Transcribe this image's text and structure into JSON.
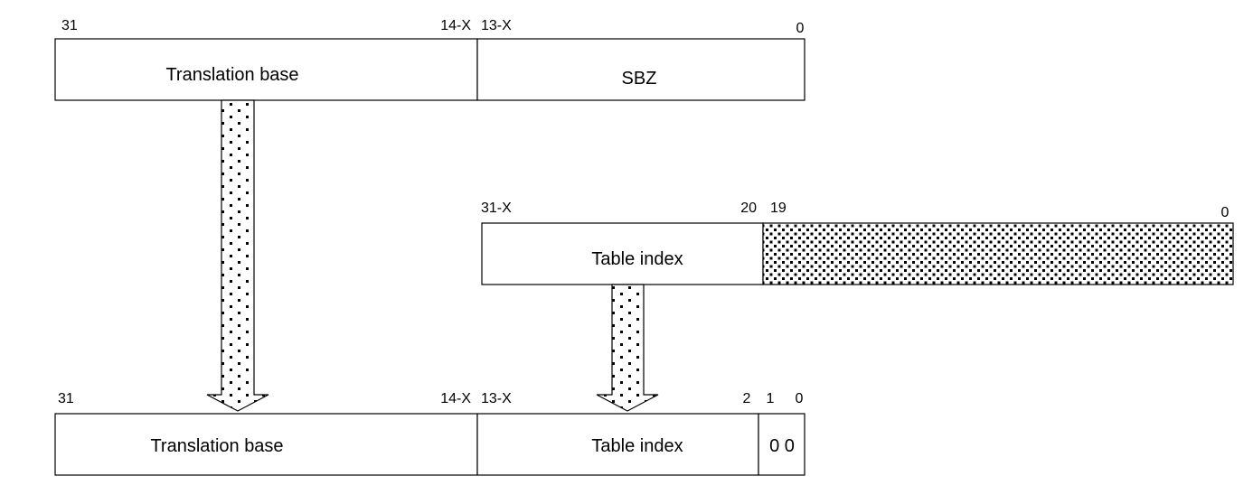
{
  "register_top": {
    "bits": {
      "msb": "31",
      "split_high": "14-X",
      "split_low": "13-X",
      "lsb": "0"
    },
    "fields": {
      "base": "Translation base",
      "sbz": "SBZ"
    }
  },
  "register_middle": {
    "bits": {
      "msb": "31-X",
      "split_high": "20",
      "split_low": "19",
      "lsb": "0"
    },
    "fields": {
      "index": "Table index"
    }
  },
  "register_bottom": {
    "bits": {
      "msb": "31",
      "split_high": "14-X",
      "split_low": "13-X",
      "index_low": "2",
      "bit1": "1",
      "bit0": "0"
    },
    "fields": {
      "base": "Translation base",
      "index": "Table index",
      "zeros": "0 0"
    }
  },
  "colors": {
    "line": "#000000",
    "fill": "#ffffff",
    "dots": "#000000"
  }
}
